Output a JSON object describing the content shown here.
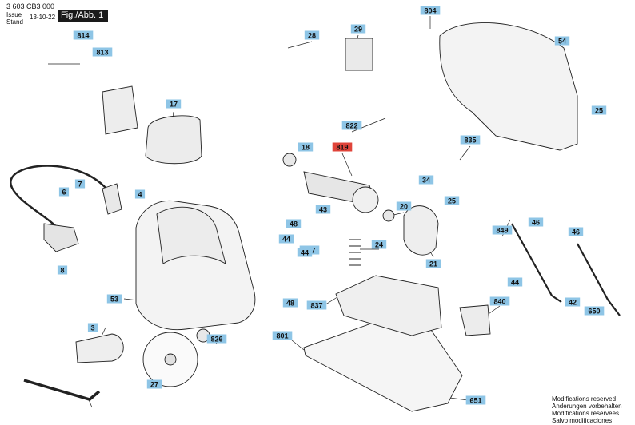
{
  "header": {
    "doc_number": "3 603 CB3 000",
    "issue_label": "Issue",
    "stand_label": "Stand",
    "issue_date": "13-10-22",
    "figure_label": "Fig./Abb. 1"
  },
  "footer": {
    "lines": [
      "Modifications reserved",
      "Änderungen vorbehalten",
      "Modifications réservées",
      "Salvo modificaciones"
    ]
  },
  "colors": {
    "label_bg": "#8ec5e6",
    "highlight_bg": "#e0443a",
    "line": "#222222"
  },
  "parts": [
    {
      "id": "814",
      "highlight": false
    },
    {
      "id": "813",
      "highlight": false
    },
    {
      "id": "17",
      "highlight": false
    },
    {
      "id": "6",
      "highlight": false
    },
    {
      "id": "7",
      "highlight": false
    },
    {
      "id": "4",
      "highlight": false
    },
    {
      "id": "8",
      "highlight": false
    },
    {
      "id": "28",
      "highlight": false
    },
    {
      "id": "29",
      "highlight": false
    },
    {
      "id": "804",
      "highlight": false
    },
    {
      "id": "54",
      "highlight": false
    },
    {
      "id": "25",
      "highlight": false
    },
    {
      "id": "822",
      "highlight": false
    },
    {
      "id": "18",
      "highlight": false
    },
    {
      "id": "819",
      "highlight": true
    },
    {
      "id": "835",
      "highlight": false
    },
    {
      "id": "34",
      "highlight": false
    },
    {
      "id": "25",
      "highlight": false
    },
    {
      "id": "20",
      "highlight": false
    },
    {
      "id": "48",
      "highlight": false
    },
    {
      "id": "43",
      "highlight": false
    },
    {
      "id": "44",
      "highlight": false
    },
    {
      "id": "24",
      "highlight": false
    },
    {
      "id": "849",
      "highlight": false
    },
    {
      "id": "46",
      "highlight": false
    },
    {
      "id": "46",
      "highlight": false
    },
    {
      "id": "21",
      "highlight": false
    },
    {
      "id": "847",
      "highlight": false
    },
    {
      "id": "44",
      "highlight": false
    },
    {
      "id": "53",
      "highlight": false
    },
    {
      "id": "48",
      "highlight": false
    },
    {
      "id": "837",
      "highlight": false
    },
    {
      "id": "840",
      "highlight": false
    },
    {
      "id": "44",
      "highlight": false
    },
    {
      "id": "42",
      "highlight": false
    },
    {
      "id": "650",
      "highlight": false
    },
    {
      "id": "3",
      "highlight": false
    },
    {
      "id": "826",
      "highlight": false
    },
    {
      "id": "801",
      "highlight": false
    },
    {
      "id": "27",
      "highlight": false
    },
    {
      "id": "651",
      "highlight": false
    }
  ]
}
